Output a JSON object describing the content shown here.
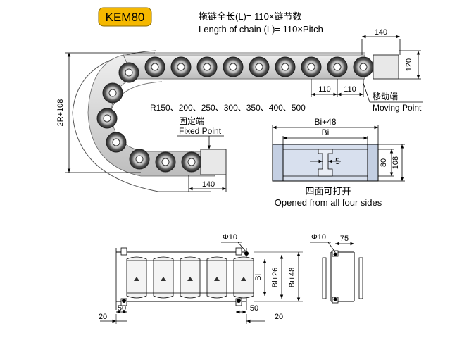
{
  "model_badge": {
    "text": "KEM80",
    "color": "#f5b800"
  },
  "heading": {
    "zh": "拖链全长(L)= 110×链节数",
    "en": "Length of chain (L)= 110×Pitch"
  },
  "dims": {
    "top_140": "140",
    "right_120": "120",
    "pitch_a": "110",
    "pitch_b": "110",
    "left_height": "2R+108",
    "bottom_140": "140",
    "bi_plus48": "Bi+48",
    "bi": "Bi",
    "five": "5",
    "eighty": "80",
    "one08": "108",
    "phi10_front": "Φ10",
    "phi10_side": "Φ10",
    "seventyfive": "75",
    "bi_v": "Bi",
    "bi26_v": "Bi+26",
    "bi48_v": "Bi+48",
    "fifty_left": "50",
    "fifty_right": "50",
    "twenty_left": "20",
    "twenty_right": "20"
  },
  "radius_list": "R150、200、250、300、350、400、500",
  "moving_point": {
    "zh": "移动端",
    "en": "Moving Point"
  },
  "fixed_point": {
    "zh": "固定端",
    "en": "Fixed Point"
  },
  "opened": {
    "zh": "四面可打开",
    "en": "Opened from all four sides"
  },
  "colors": {
    "section_fill": "#d8e0ee",
    "line": "#000000"
  }
}
